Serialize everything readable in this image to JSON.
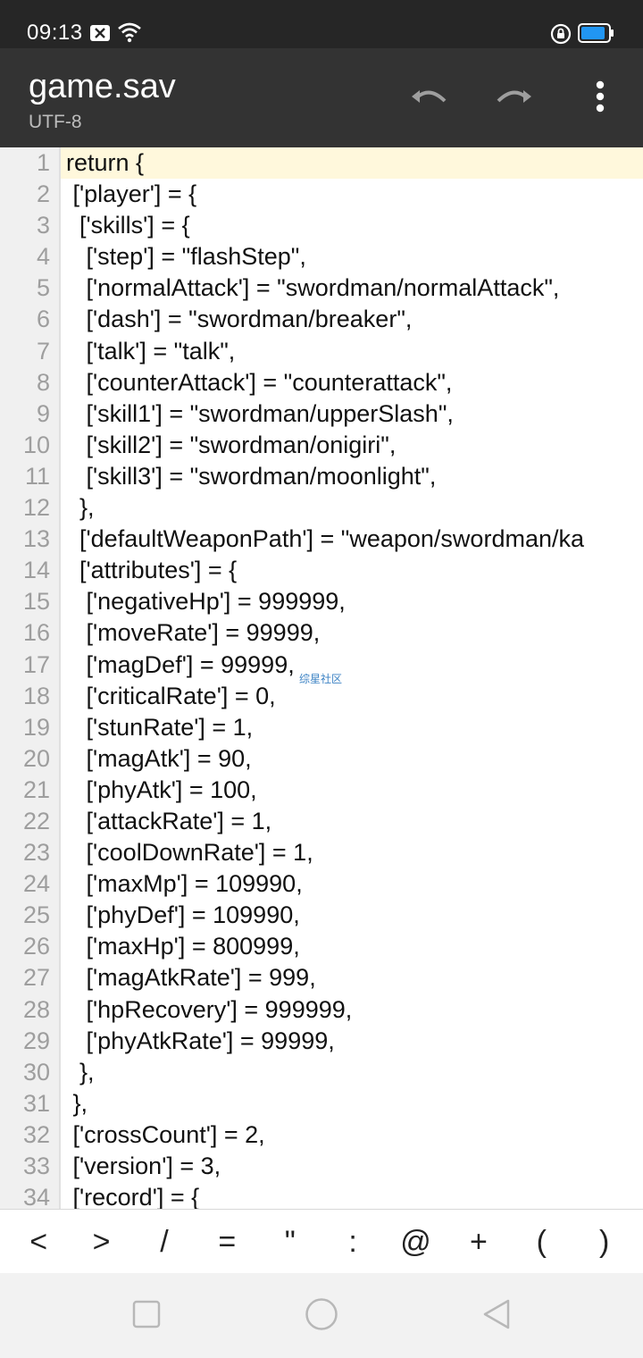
{
  "status_bar": {
    "time": "09:13",
    "icons": [
      "notification-x-icon",
      "wifi-icon",
      "rotation-lock-icon",
      "battery-icon"
    ],
    "battery_color": "#2196f3"
  },
  "toolbar": {
    "title": "game.sav",
    "encoding": "UTF-8",
    "actions": [
      "undo-icon",
      "redo-icon",
      "more-vert-icon"
    ]
  },
  "editor": {
    "highlight_color": "#fff8dc",
    "watermark": "综星社区",
    "lines": [
      {
        "n": "1",
        "text": "return {"
      },
      {
        "n": "2",
        "text": " ['player'] = {"
      },
      {
        "n": "3",
        "text": "  ['skills'] = {"
      },
      {
        "n": "4",
        "text": "   ['step'] = \"flashStep\","
      },
      {
        "n": "5",
        "text": "   ['normalAttack'] = \"swordman/normalAttack\","
      },
      {
        "n": "6",
        "text": "   ['dash'] = \"swordman/breaker\","
      },
      {
        "n": "7",
        "text": "   ['talk'] = \"talk\","
      },
      {
        "n": "8",
        "text": "   ['counterAttack'] = \"counterattack\","
      },
      {
        "n": "9",
        "text": "   ['skill1'] = \"swordman/upperSlash\","
      },
      {
        "n": "10",
        "text": "   ['skill2'] = \"swordman/onigiri\","
      },
      {
        "n": "11",
        "text": "   ['skill3'] = \"swordman/moonlight\","
      },
      {
        "n": "12",
        "text": "  },"
      },
      {
        "n": "13",
        "text": "  ['defaultWeaponPath'] = \"weapon/swordman/ka"
      },
      {
        "n": "14",
        "text": "  ['attributes'] = {"
      },
      {
        "n": "15",
        "text": "   ['negativeHp'] = 999999,"
      },
      {
        "n": "16",
        "text": "   ['moveRate'] = 99999,"
      },
      {
        "n": "17",
        "text": "   ['magDef'] = 99999,"
      },
      {
        "n": "18",
        "text": "   ['criticalRate'] = 0,"
      },
      {
        "n": "19",
        "text": "   ['stunRate'] = 1,"
      },
      {
        "n": "20",
        "text": "   ['magAtk'] = 90,"
      },
      {
        "n": "21",
        "text": "   ['phyAtk'] = 100,"
      },
      {
        "n": "22",
        "text": "   ['attackRate'] = 1,"
      },
      {
        "n": "23",
        "text": "   ['coolDownRate'] = 1,"
      },
      {
        "n": "24",
        "text": "   ['maxMp'] = 109990,"
      },
      {
        "n": "25",
        "text": "   ['phyDef'] = 109990,"
      },
      {
        "n": "26",
        "text": "   ['maxHp'] = 800999,"
      },
      {
        "n": "27",
        "text": "   ['magAtkRate'] = 999,"
      },
      {
        "n": "28",
        "text": "   ['hpRecovery'] = 999999,"
      },
      {
        "n": "29",
        "text": "   ['phyAtkRate'] = 99999,"
      },
      {
        "n": "30",
        "text": "  },"
      },
      {
        "n": "31",
        "text": " },"
      },
      {
        "n": "32",
        "text": " ['crossCount'] = 2,"
      },
      {
        "n": "33",
        "text": " ['version'] = 3,"
      },
      {
        "n": "34",
        "text": " ['record'] = {"
      }
    ]
  },
  "symbol_bar": {
    "keys": [
      "<",
      ">",
      "/",
      "=",
      "\"",
      ":",
      "@",
      "+",
      "(",
      ")"
    ]
  },
  "nav_bar": {
    "buttons": [
      "recent-apps-icon",
      "home-icon",
      "back-icon"
    ]
  }
}
